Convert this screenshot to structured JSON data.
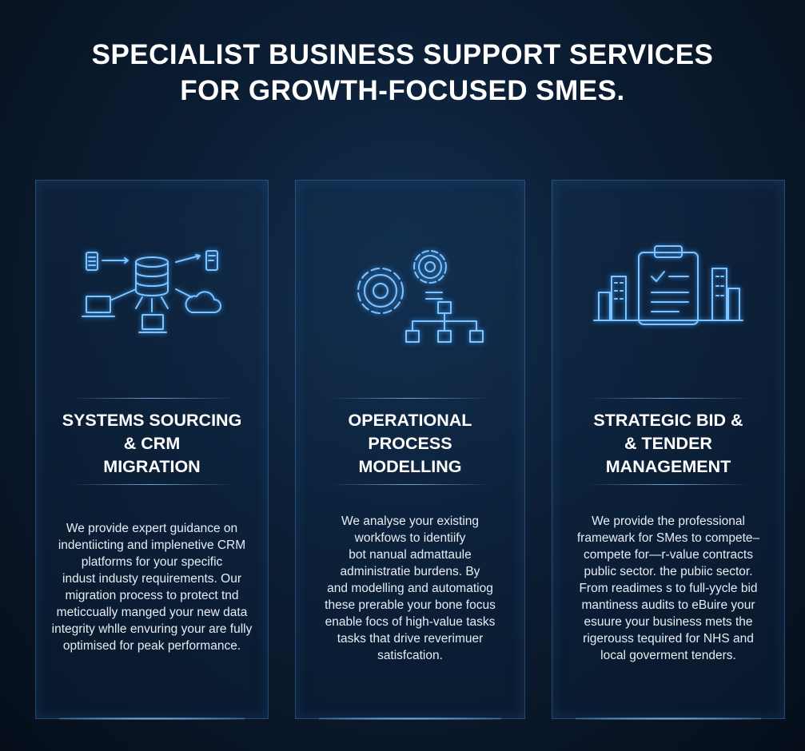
{
  "title": {
    "line1": "SPECIALIST BUSINESS SUPPORT SERVICES",
    "line2": "FOR GROWTH-FOCUSED SMES."
  },
  "cards": [
    {
      "icon": "database-network-icon",
      "heading": [
        "SYSTEMS SOURCING",
        "& CRM",
        "MIGRATION"
      ],
      "body": [
        "We provide expert guidance on",
        "indentiicting and implenetive CRM",
        "platforms for your specific",
        "indust industy requirements. Our",
        "migration process to protect tnd",
        "meticcually manged your new data",
        "integrity whlle envuring your are fully",
        "optimised for peak performance."
      ]
    },
    {
      "icon": "gears-flowchart-icon",
      "heading": [
        "OPERATIONAL",
        "PROCESS",
        "MODELLING"
      ],
      "body": [
        "We analyse your existing",
        "workfows to identiify",
        "bot nanual admattaule",
        "administratie burdens. By",
        "and modelling and automatiog",
        "these prerable your bone focus",
        "enable focs of high-value tasks",
        "tasks that drive reverimuer",
        "satisfcation."
      ]
    },
    {
      "icon": "clipboard-city-icon",
      "heading": [
        "STRATEGIC BID &",
        "& TENDER",
        "MANAGEMENT"
      ],
      "body": [
        "We provide the professional",
        "framewark for SMes to compete–",
        "compete for—r-value contracts",
        "public sector. the pubiic sector.",
        "From readimes s to full-yycle bid",
        "mantiness audits to eBuire your",
        "esuure your business mets the",
        "rigerouss tequired for NHS and",
        "local goverment tenders."
      ]
    }
  ]
}
